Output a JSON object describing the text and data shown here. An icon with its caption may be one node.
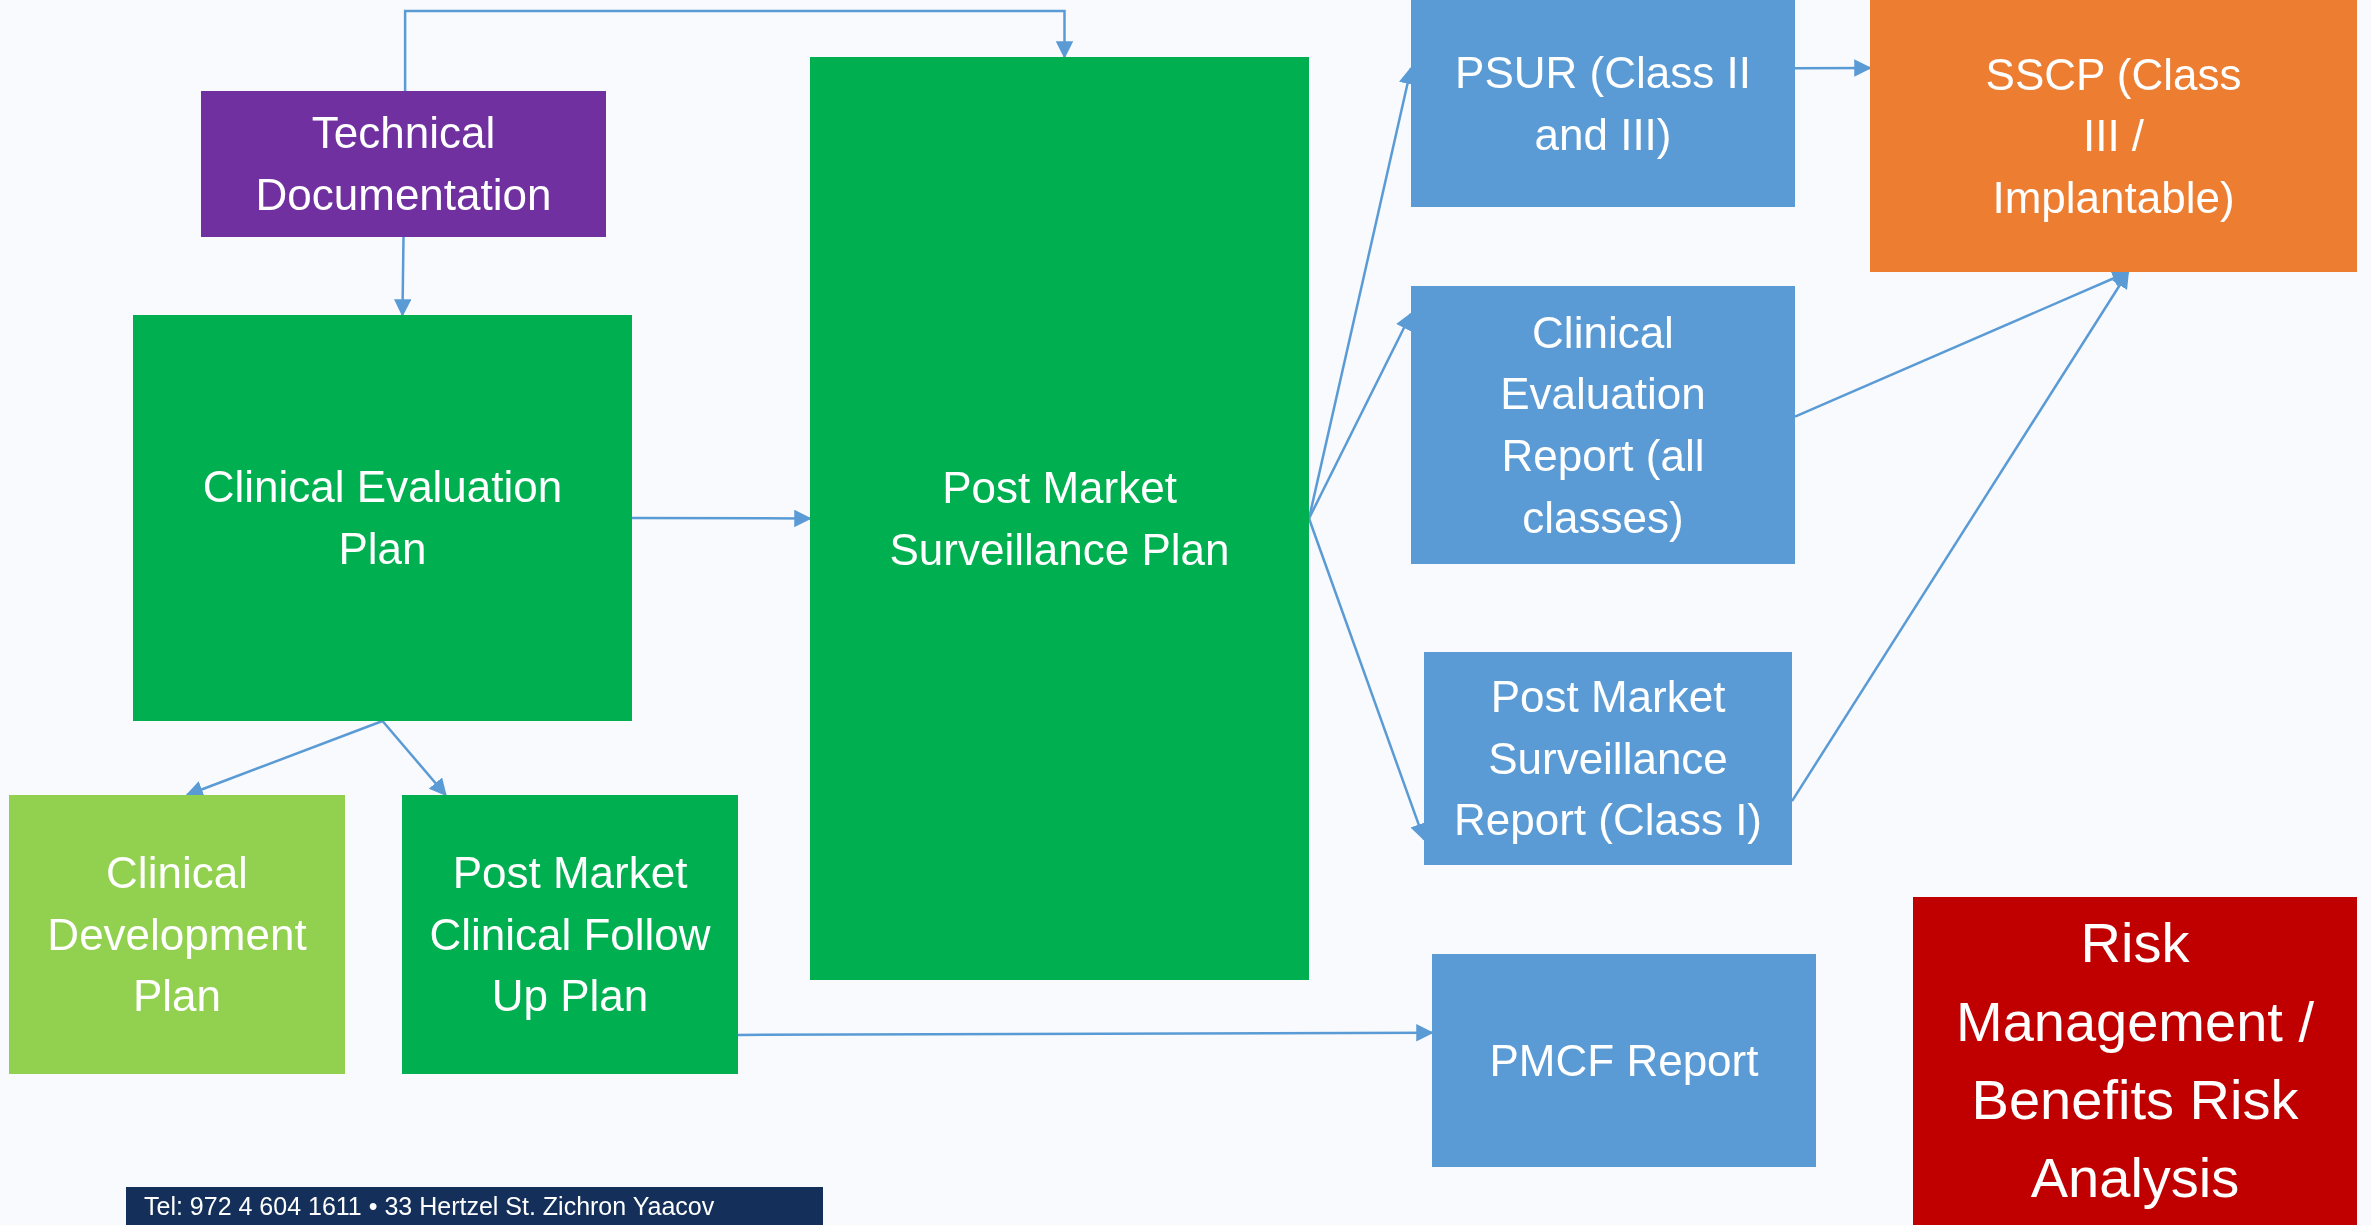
{
  "diagram": {
    "nodes": [
      {
        "text": [
          "Technical Documentation"
        ]
      },
      {
        "text": [
          "Clinical Evaluation Plan"
        ]
      },
      {
        "text": [
          "Clinical Development Plan"
        ]
      },
      {
        "text": [
          "Post Market Clinical Follow Up Plan"
        ]
      },
      {
        "text": [
          "Post Market Surveillance Plan"
        ]
      },
      {
        "text": [
          "PSUR (Class II and III)"
        ]
      },
      {
        "text": [
          "SSCP (Class III / Implantable)"
        ]
      },
      {
        "text": [
          "Clinical Evaluation Report (all classes)"
        ]
      },
      {
        "text": [
          "Post Market Surveillance Report (Class I)"
        ]
      },
      {
        "text": [
          "PMCF Report"
        ]
      },
      {
        "text": [
          "Risk Management / Benefits Risk Analysis"
        ]
      }
    ],
    "edges": [
      {
        "from": 0,
        "to": 4,
        "arrow": "to"
      },
      {
        "from": 0,
        "to": 1,
        "arrow": "to"
      },
      {
        "from": 1,
        "to": 4,
        "arrow": "to"
      },
      {
        "from": 1,
        "to": 2,
        "arrow": "to"
      },
      {
        "from": 1,
        "to": 3,
        "arrow": "to"
      },
      {
        "from": 4,
        "to": 5,
        "arrow": "to"
      },
      {
        "from": 4,
        "to": 7,
        "arrow": "to"
      },
      {
        "from": 4,
        "to": 8,
        "arrow": "to"
      },
      {
        "from": 5,
        "to": 6,
        "arrow": "to"
      },
      {
        "from": 7,
        "to": 6,
        "arrow": "to"
      },
      {
        "from": 8,
        "to": 6,
        "arrow": "to"
      },
      {
        "from": 3,
        "to": 9,
        "arrow": "to"
      }
    ],
    "labels": [
      "Tel: 972 4 604 1611 • 33 Hertzel St. Zichron Yaacov"
    ]
  }
}
